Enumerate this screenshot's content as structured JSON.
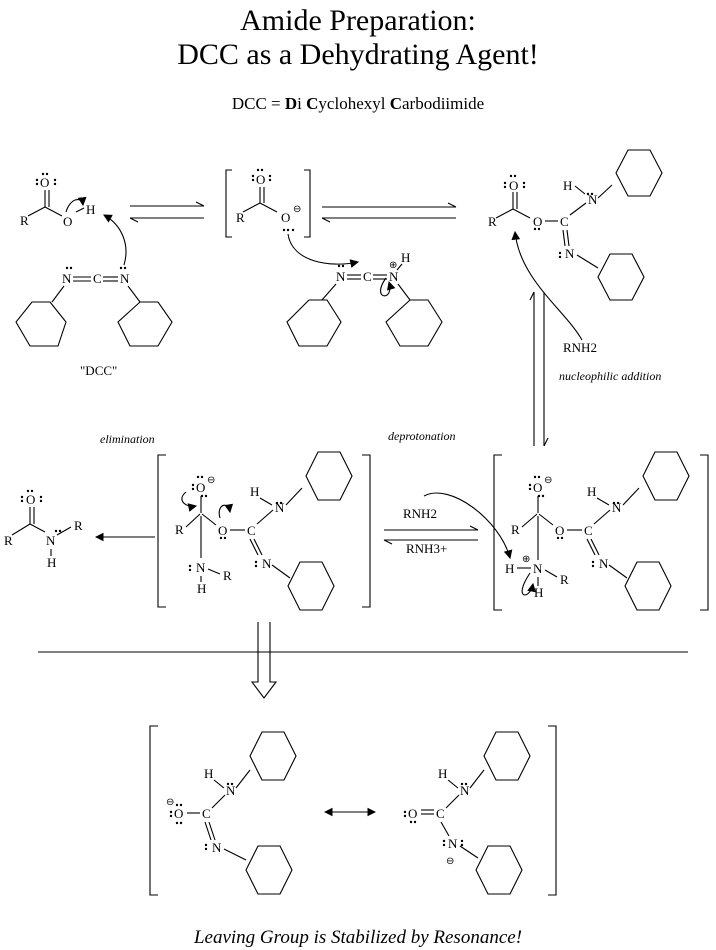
{
  "title_line1": "Amide Preparation:",
  "title_line2": "DCC as a Dehydrating Agent!",
  "subtitle": {
    "prefix": "DCC = ",
    "di_bold": "D",
    "di_rest": "i ",
    "cy_bold": "C",
    "cy_rest": "yclohexyl ",
    "ca_bold": "C",
    "ca_rest": "arbodiimide"
  },
  "dcc_label": "\"DCC\"",
  "step_labels": {
    "nucleophilic_addition": "nucleophilic addition",
    "elimination": "elimination",
    "deprotonation": "deprotonation"
  },
  "reagents": {
    "amine_top": "RNH2",
    "amine_mid": "RNH2",
    "ammonium": "RNH3+"
  },
  "footer": "Leaving Group is Stabilized by Resonance!"
}
